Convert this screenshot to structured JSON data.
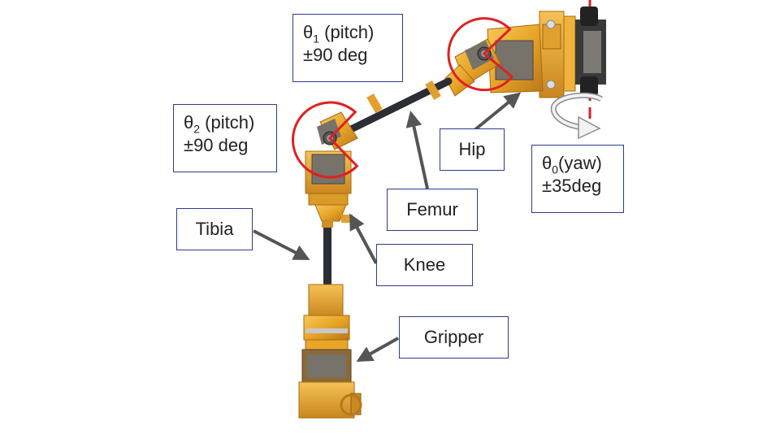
{
  "labels": {
    "theta1": {
      "sym": "θ",
      "sub": "1",
      "text": " (pitch)",
      "range": "±90 deg"
    },
    "theta2": {
      "sym": "θ",
      "sub": "2",
      "text": " (pitch)",
      "range": "±90 deg"
    },
    "theta0": {
      "sym": "θ",
      "sub": "0",
      "text": "(yaw)",
      "range": "±35deg"
    },
    "hip": "Hip",
    "femur": "Femur",
    "knee": "Knee",
    "tibia": "Tibia",
    "gripper": "Gripper"
  },
  "colors": {
    "joint_arc": "#e02020",
    "axis_line": "#e02020",
    "leader_arrow": "#555555",
    "label_border": "#2d3b8a",
    "frame_gold": "#e8a528",
    "plate_gray": "#77726a",
    "rod_dark": "#2b2f33"
  }
}
